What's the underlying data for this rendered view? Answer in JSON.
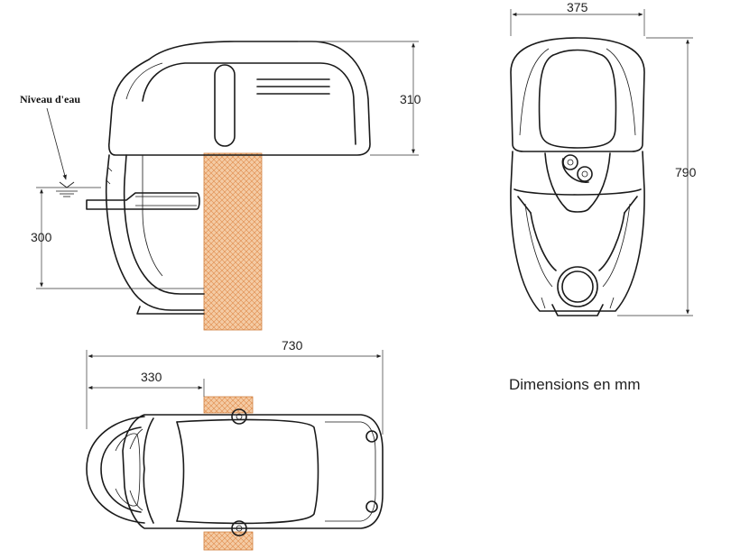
{
  "dimensions": {
    "side_height_top": "310",
    "side_height_bottom": "300",
    "front_width": "375",
    "front_height": "790",
    "top_length": "730",
    "top_offset": "330"
  },
  "labels": {
    "water_level": "Niveau d'eau",
    "units_caption": "Dimensions en  mm"
  },
  "colors": {
    "wall_fill": "#f4cba4",
    "wall_pattern": "#e08a4a",
    "outline": "#1a1a1a"
  }
}
